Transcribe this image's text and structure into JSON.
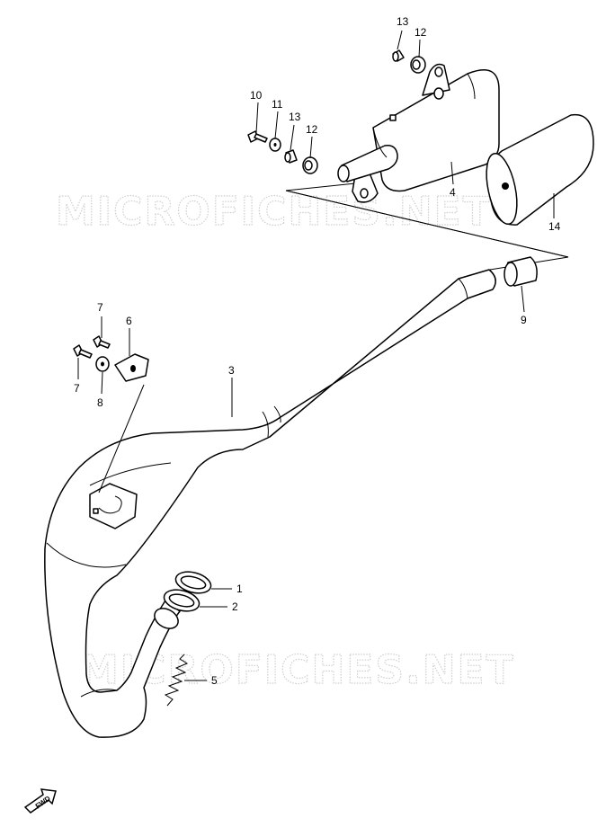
{
  "watermark": "MICROFICHES.NET",
  "fwd_label": "FWD",
  "callouts": {
    "p1": "1",
    "p2": "2",
    "p3": "3",
    "p4": "4",
    "p5": "5",
    "p6": "6",
    "p7a": "7",
    "p7b": "7",
    "p8": "8",
    "p9": "9",
    "p10": "10",
    "p11": "11",
    "p12a": "12",
    "p12b": "12",
    "p13a": "13",
    "p13b": "13",
    "p14": "14"
  }
}
